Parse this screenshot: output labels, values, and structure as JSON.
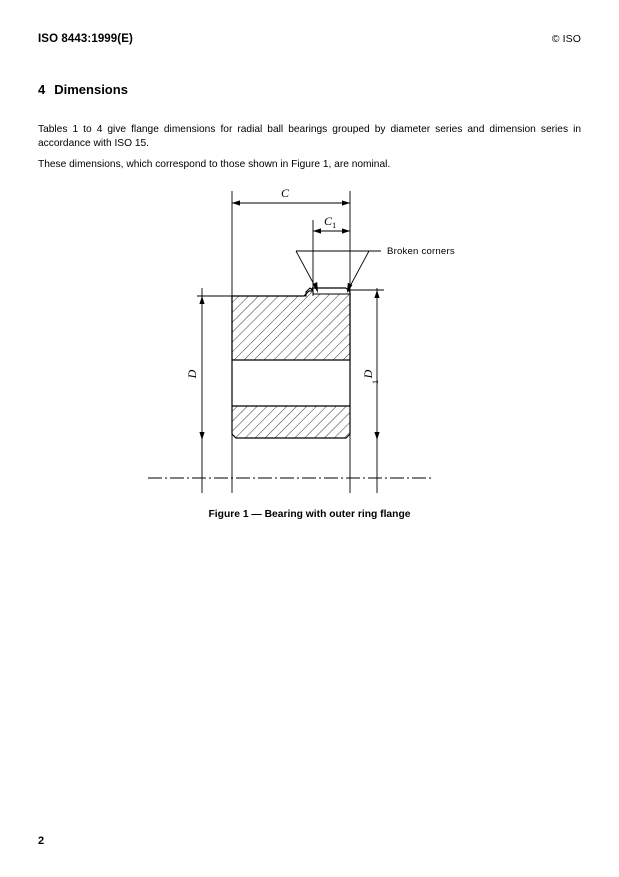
{
  "document": {
    "standard_number": "ISO 8443:1999(E)",
    "copyright": "© ISO",
    "page_number": "2"
  },
  "clause": {
    "number": "4",
    "title": "Dimensions"
  },
  "paragraphs": {
    "p1": "Tables 1 to 4 give flange dimensions for radial ball bearings grouped by diameter series and dimension series in accordance with ISO 15.",
    "p2": "These dimensions, which correspond to those shown in Figure 1, are nominal."
  },
  "figure": {
    "caption": "Figure 1 — Bearing with outer ring flange",
    "callout_broken_corners": "Broken corners",
    "dimension_labels": {
      "width_total": "C",
      "width_flange": "C",
      "width_flange_sub": "1",
      "diameter_outer": "D",
      "diameter_flange": "D",
      "diameter_flange_sub": "1"
    }
  }
}
